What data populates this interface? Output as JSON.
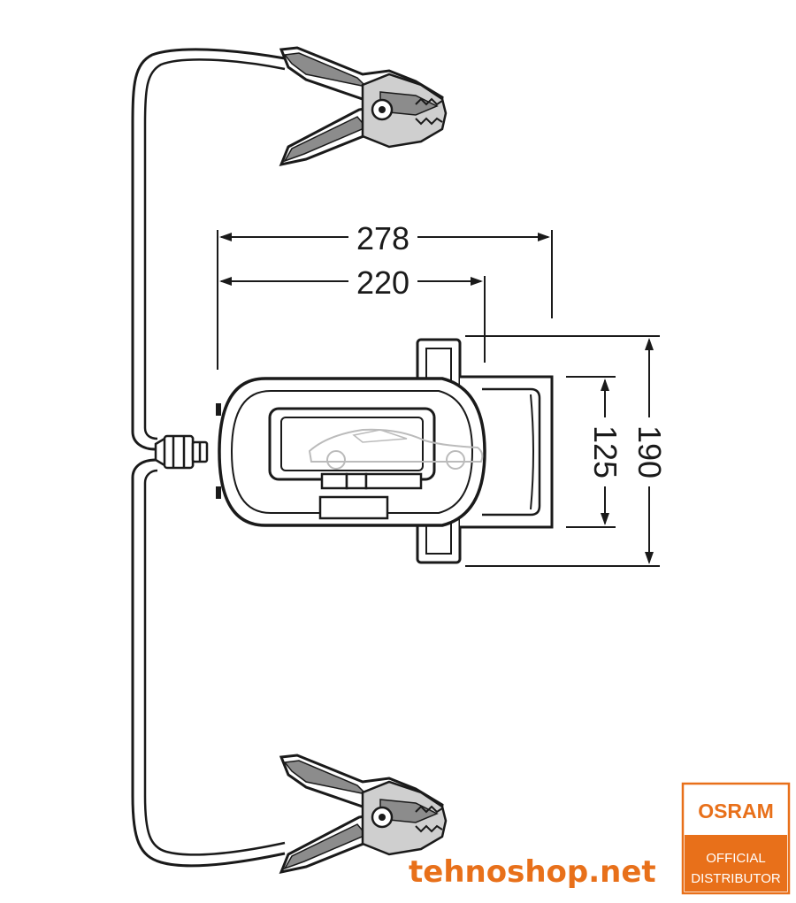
{
  "dimensions": {
    "width_outer": "278",
    "width_body": "220",
    "height_outer": "190",
    "height_inner": "125"
  },
  "watermark": {
    "site": "tehnoshop.net"
  },
  "badge": {
    "brand": "OSRAM",
    "line1": "OFFICIAL",
    "line2": "DISTRIBUTOR"
  },
  "colors": {
    "accent": "#e8701a",
    "line": "#1a1a1a",
    "fill_dark": "#8c8c8c",
    "fill_mid": "#cfcfcf"
  }
}
